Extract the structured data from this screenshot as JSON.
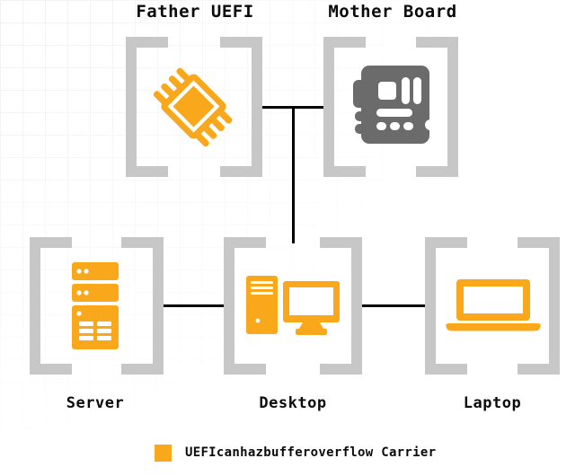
{
  "diagram": {
    "title_context": "UEFI family tree diagram",
    "nodes": {
      "father": {
        "label": "Father UEFI",
        "icon": "chip-icon",
        "color": "#F9A81C"
      },
      "mother": {
        "label": "Mother Board",
        "icon": "motherboard-icon",
        "color": "#6B6B6B"
      },
      "server": {
        "label": "Server",
        "icon": "server-icon",
        "color": "#F9A81C"
      },
      "desktop": {
        "label": "Desktop",
        "icon": "desktop-icon",
        "color": "#F9A81C"
      },
      "laptop": {
        "label": "Laptop",
        "icon": "laptop-icon",
        "color": "#F9A81C"
      }
    },
    "connections": [
      "father-to-mother",
      "parents-down-to-desktop",
      "server-to-desktop",
      "desktop-to-laptop"
    ],
    "legend": {
      "label": "UEFIcanhazbufferoverflow Carrier",
      "swatch_color": "#F9A81C"
    },
    "colors": {
      "carrier_orange": "#F9A81C",
      "neutral_gray": "#6B6B6B",
      "frame_gray": "#C7C7C7",
      "connector_black": "#000000",
      "text_black": "#0b0b0b"
    }
  }
}
